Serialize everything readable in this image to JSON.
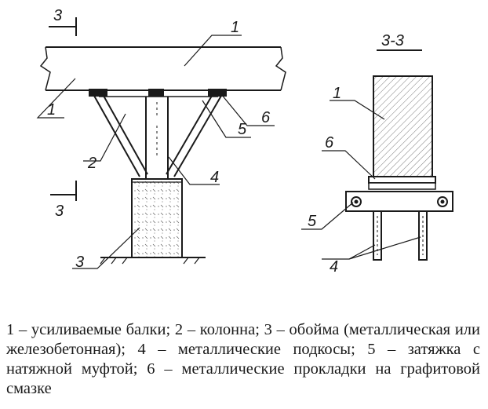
{
  "diagram": {
    "section_title": "3-3",
    "section_marker_top": "3",
    "section_marker_bottom": "3",
    "labels": {
      "front_1a": "1",
      "front_1b": "1",
      "front_2": "2",
      "front_3": "3",
      "front_4": "4",
      "front_5": "5",
      "front_6": "6",
      "side_1": "1",
      "side_4": "4",
      "side_5": "5",
      "side_6": "6"
    }
  },
  "legend": {
    "text": "1 – усиливаемые балки; 2 – колонна; 3 – обойма (металлическая или железобетонная); 4 – металлические подкосы; 5 – затяжка с натяжной муфтой; 6 – металлические прокладки на графитовой смазке"
  }
}
